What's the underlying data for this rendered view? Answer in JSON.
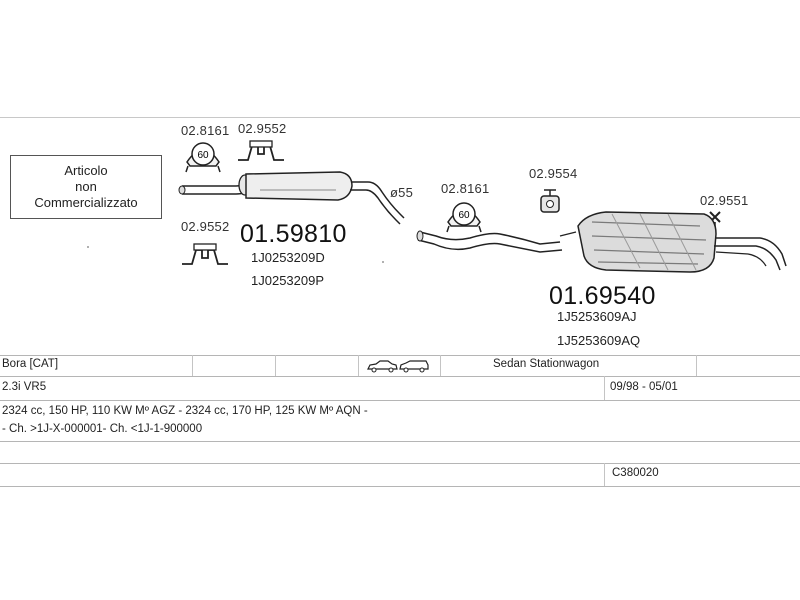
{
  "note": {
    "text": "Articolo\nnon\nCommercializzato"
  },
  "parts": {
    "front_muffler": {
      "code": "01.59810",
      "oem": [
        "1J0253209D",
        "1J0253209P"
      ]
    },
    "rear_muffler": {
      "code": "01.69540",
      "oem": [
        "1J5253609AJ",
        "1J5253609AQ"
      ]
    },
    "accessories": {
      "clamp_a": "02.8161",
      "hanger_a": "02.9552",
      "hanger_b": "02.9552",
      "clamp_b": "02.8161",
      "mount_c": "02.9554",
      "mount_d": "02.9551"
    },
    "pipe_diameter": "ø55",
    "clamp_size": "60"
  },
  "table": {
    "model": "Bora [CAT]",
    "body_types": "Sedan Stationwagon",
    "engine": "2.3i VR5",
    "years": "09/98 - 05/01",
    "specs": "2324 cc, 150 HP, 110 KW Mº AGZ - 2324 cc, 170 HP, 125 KW Mº AQN -",
    "chassis": "- Ch. >1J-X-000001- Ch. <1J-1-900000",
    "catalog_code": "C380020"
  },
  "icons": [
    "sedan-car-icon",
    "stationwagon-car-icon"
  ]
}
